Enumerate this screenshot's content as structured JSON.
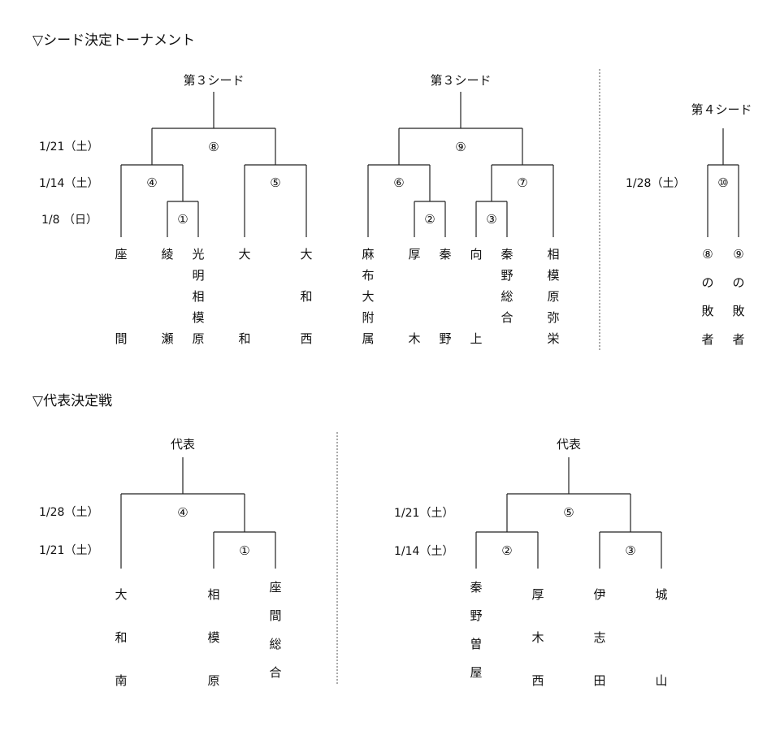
{
  "seed": {
    "title": "▽シード決定トーナメント",
    "dates": {
      "r3": "1/21（土）",
      "r2": "1/14（土）",
      "r1": "1/8 （日）",
      "r4": "1/28（土）"
    },
    "tops": [
      "第３シード",
      "第３シード",
      "第４シード"
    ],
    "matches": [
      "⑧",
      "④",
      "⑤",
      "①",
      "⑨",
      "⑥",
      "⑦",
      "②",
      "③",
      "⑩"
    ],
    "teams": [
      [
        "座",
        "",
        "",
        "",
        "間"
      ],
      [
        "綾",
        "",
        "",
        "",
        "瀬"
      ],
      [
        "光",
        "明",
        "相",
        "模",
        "原"
      ],
      [
        "大",
        "",
        "",
        "",
        "和"
      ],
      [
        "大",
        "",
        "和",
        "",
        "西"
      ],
      [
        "麻",
        "布",
        "大",
        "附",
        "属"
      ],
      [
        "厚",
        "",
        "",
        "",
        "木"
      ],
      [
        "秦",
        "",
        "",
        "",
        "野"
      ],
      [
        "向",
        "",
        "",
        "",
        "上"
      ],
      [
        "秦",
        "野",
        "総",
        "合",
        ""
      ],
      [
        "相",
        "模",
        "原",
        "弥",
        "栄"
      ],
      [
        "⑧",
        "の",
        "敗",
        "者"
      ],
      [
        "⑨",
        "の",
        "敗",
        "者"
      ]
    ]
  },
  "rep": {
    "title": "▽代表決定戦",
    "dates": {
      "l2": "1/28（土）",
      "l1": "1/21（土）",
      "r2": "1/21（土）",
      "r1": "1/14（土）"
    },
    "tops": [
      "代表",
      "代表"
    ],
    "matches": [
      "④",
      "①",
      "⑤",
      "②",
      "③"
    ],
    "teams": [
      [
        "大",
        "和",
        "南"
      ],
      [
        "相",
        "模",
        "原"
      ],
      [
        "座",
        "間",
        "総",
        "合"
      ],
      [
        "秦",
        "野",
        "曽",
        "屋"
      ],
      [
        "厚",
        "木",
        "西"
      ],
      [
        "伊",
        "志",
        "田"
      ],
      [
        "城",
        "",
        "山"
      ]
    ]
  }
}
